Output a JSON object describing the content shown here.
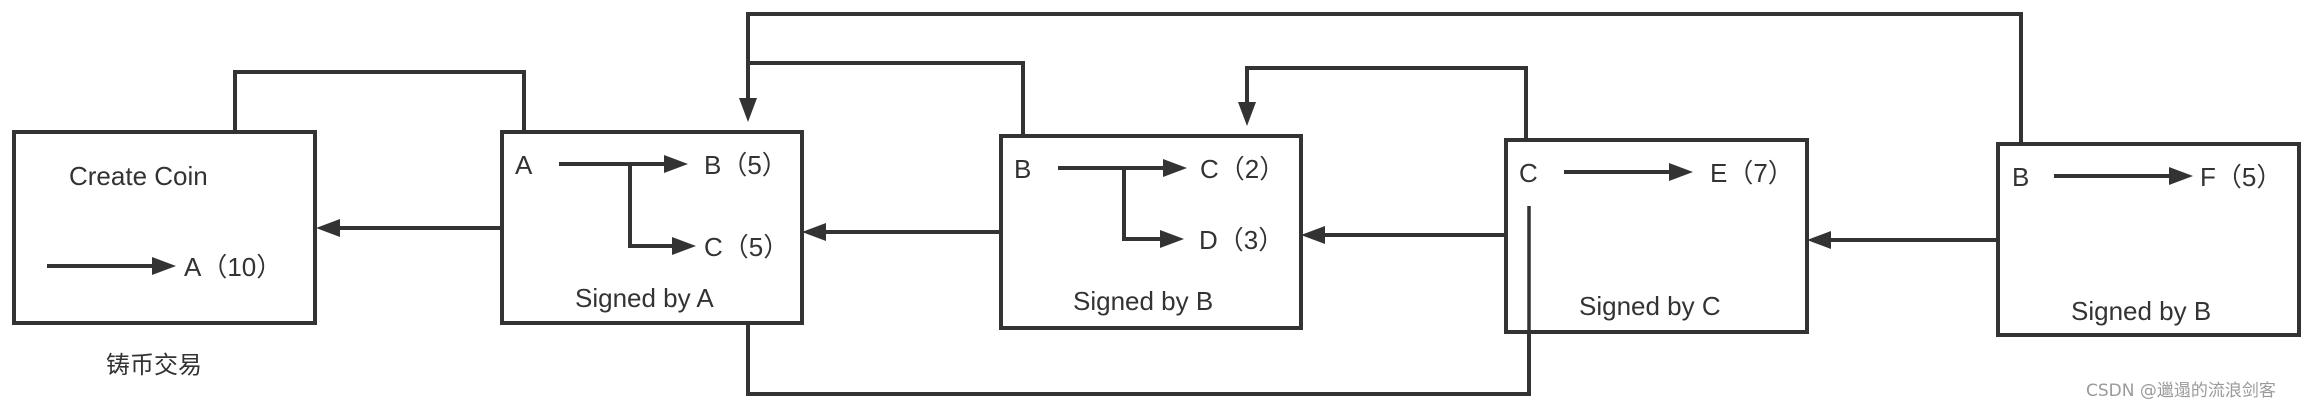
{
  "diagram": {
    "type": "transaction-chain",
    "nodes": [
      {
        "id": "tx1",
        "title": "Create Coin",
        "caption": "铸币交易",
        "sender": "",
        "outputs": [
          {
            "recipient": "A",
            "amount": "(10)",
            "label": "A（10）"
          }
        ]
      },
      {
        "id": "tx2",
        "signed_by": "Signed by A",
        "sender": "A",
        "outputs": [
          {
            "recipient": "B",
            "amount": "(5)",
            "label": "B（5）"
          },
          {
            "recipient": "C",
            "amount": "(5)",
            "label": "C（5）"
          }
        ]
      },
      {
        "id": "tx3",
        "signed_by": "Signed by B",
        "sender": "B",
        "outputs": [
          {
            "recipient": "C",
            "amount": "(2)",
            "label": "C（2）"
          },
          {
            "recipient": "D",
            "amount": "(3)",
            "label": "D（3）"
          }
        ]
      },
      {
        "id": "tx4",
        "signed_by": "Signed by C",
        "sender": "C",
        "outputs": [
          {
            "recipient": "E",
            "amount": "(7)",
            "label": "E（7）"
          }
        ]
      },
      {
        "id": "tx5",
        "signed_by": "Signed by B",
        "sender": "B",
        "outputs": [
          {
            "recipient": "F",
            "amount": "(5)",
            "label": "F（5）"
          }
        ]
      }
    ],
    "edges": [
      {
        "from": "tx2",
        "to": "tx1",
        "kind": "hash-pointer"
      },
      {
        "from": "tx3",
        "to": "tx2",
        "kind": "hash-pointer"
      },
      {
        "from": "tx4",
        "to": "tx3",
        "kind": "hash-pointer"
      },
      {
        "from": "tx5",
        "to": "tx4",
        "kind": "hash-pointer"
      },
      {
        "from": "tx2.input",
        "to": "tx1.output.A",
        "kind": "coin-source"
      },
      {
        "from": "tx3.input",
        "to": "tx2.output.B",
        "kind": "coin-source"
      },
      {
        "from": "tx4.input",
        "to": "tx3.output.C",
        "kind": "coin-source"
      },
      {
        "from": "tx4.input",
        "to": "tx2.output.C",
        "kind": "coin-source"
      },
      {
        "from": "tx5.input",
        "to": "tx2.output.B",
        "kind": "coin-source"
      }
    ],
    "colors": {
      "stroke": "#333333",
      "text": "#333333",
      "watermark": "#9a9a9a"
    }
  },
  "watermark": "CSDN @邋遢的流浪剑客"
}
